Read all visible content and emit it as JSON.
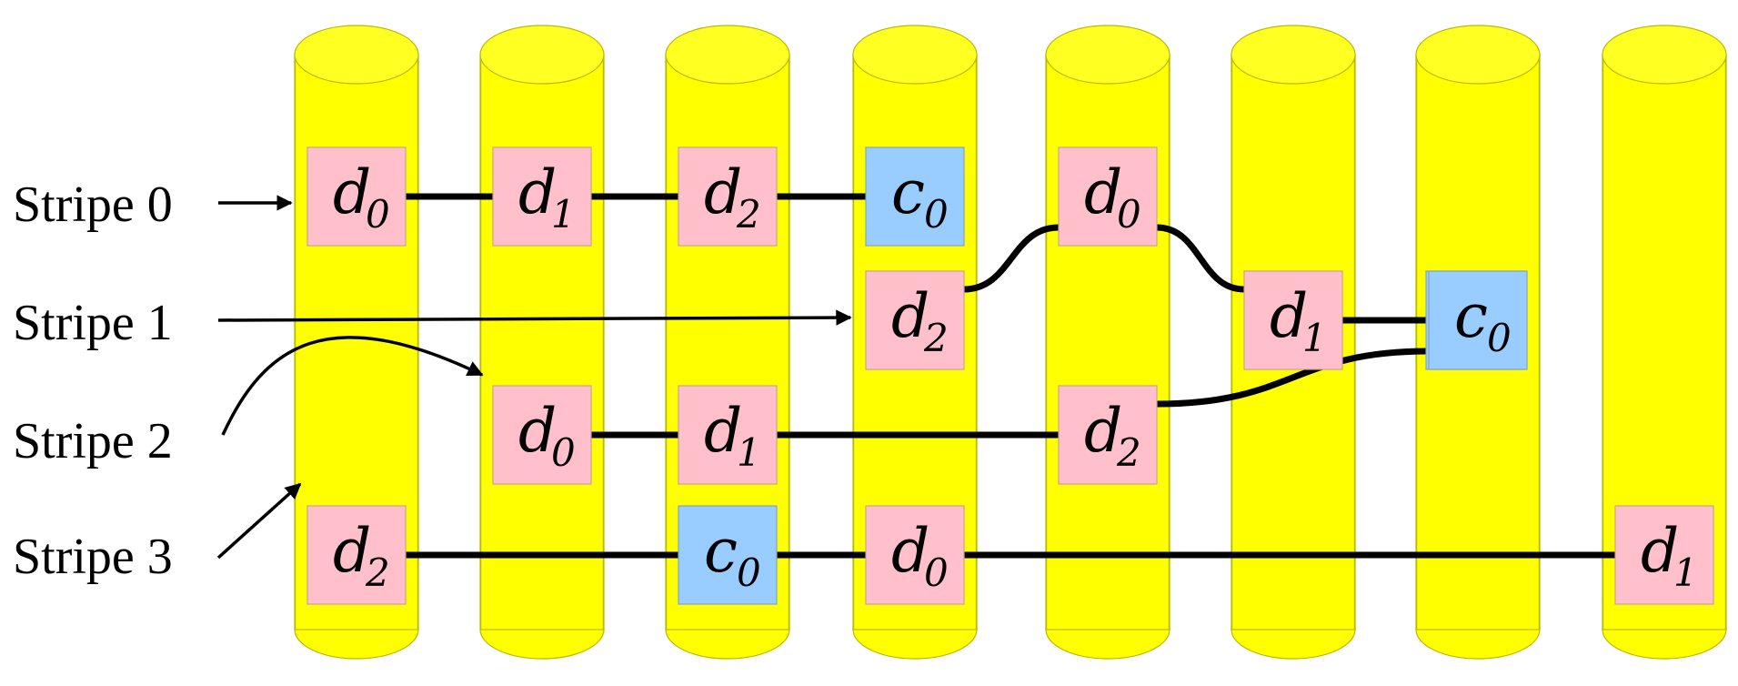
{
  "stripe_labels": [
    "Stripe 0",
    "Stripe 1",
    "Stripe 2",
    "Stripe 3"
  ],
  "disk_count": 8,
  "colors": {
    "disk": "#ffff00",
    "data_block": "#ffc0cb",
    "code_block": "#99ccff",
    "link": "#000000"
  },
  "blocks": [
    {
      "id": "s0-d0",
      "stripe": 0,
      "letter": "d",
      "sub": "0",
      "kind": "data",
      "disk": 0
    },
    {
      "id": "s0-d1",
      "stripe": 0,
      "letter": "d",
      "sub": "1",
      "kind": "data",
      "disk": 1
    },
    {
      "id": "s0-d2",
      "stripe": 0,
      "letter": "d",
      "sub": "2",
      "kind": "data",
      "disk": 2
    },
    {
      "id": "s0-c0",
      "stripe": 0,
      "letter": "c",
      "sub": "0",
      "kind": "code",
      "disk": 3
    },
    {
      "id": "s1-d2",
      "stripe": 1,
      "letter": "d",
      "sub": "2",
      "kind": "data",
      "disk": 3
    },
    {
      "id": "s1-d0",
      "stripe": 1,
      "letter": "d",
      "sub": "0",
      "kind": "data",
      "disk": 4
    },
    {
      "id": "s1-d1",
      "stripe": 1,
      "letter": "d",
      "sub": "1",
      "kind": "data",
      "disk": 5
    },
    {
      "id": "s1-c0",
      "stripe": 1,
      "letter": "c",
      "sub": "0",
      "kind": "code",
      "disk": 7
    },
    {
      "id": "s2-d0",
      "stripe": 2,
      "letter": "d",
      "sub": "0",
      "kind": "data",
      "disk": 1
    },
    {
      "id": "s2-d1",
      "stripe": 2,
      "letter": "d",
      "sub": "1",
      "kind": "data",
      "disk": 2
    },
    {
      "id": "s2-d2",
      "stripe": 2,
      "letter": "d",
      "sub": "2",
      "kind": "data",
      "disk": 4
    },
    {
      "id": "s2-c0",
      "stripe": 2,
      "letter": "c",
      "sub": "0",
      "kind": "code",
      "disk": 6
    },
    {
      "id": "s3-d2",
      "stripe": 3,
      "letter": "d",
      "sub": "2",
      "kind": "data",
      "disk": 0
    },
    {
      "id": "s3-c0",
      "stripe": 3,
      "letter": "c",
      "sub": "0",
      "kind": "code",
      "disk": 2
    },
    {
      "id": "s3-d0",
      "stripe": 3,
      "letter": "d",
      "sub": "0",
      "kind": "data",
      "disk": 3
    },
    {
      "id": "s3-d1",
      "stripe": 3,
      "letter": "d",
      "sub": "1",
      "kind": "data",
      "disk": 7
    }
  ],
  "links": [
    [
      "s0-d0",
      "s0-d1"
    ],
    [
      "s0-d1",
      "s0-d2"
    ],
    [
      "s0-d2",
      "s0-c0"
    ],
    [
      "s1-d2",
      "s1-d0"
    ],
    [
      "s1-d0",
      "s1-d1"
    ],
    [
      "s1-d1",
      "s1-c0"
    ],
    [
      "s2-d0",
      "s2-d1"
    ],
    [
      "s2-d1",
      "s2-d2"
    ],
    [
      "s2-d2",
      "s2-c0"
    ],
    [
      "s3-d2",
      "s3-c0"
    ],
    [
      "s3-c0",
      "s3-d0"
    ],
    [
      "s3-d0",
      "s3-d1"
    ]
  ]
}
